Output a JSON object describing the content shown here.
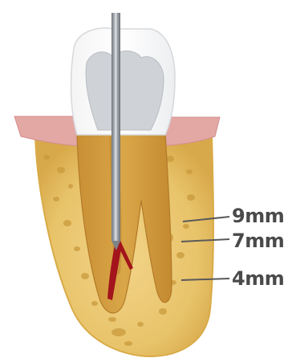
{
  "diagram": {
    "depth_labels": [
      "9mm",
      "7mm",
      "4mm"
    ],
    "colors": {
      "bone": "#e8c36a",
      "bone_edge": "#d9ab48",
      "gum": "#e3a7a4",
      "root": "#cf9a3c",
      "crown": "#d9dcdf",
      "probe": "#8a8f96",
      "canal": "#a3141c",
      "leader_line": "#5a5a5a"
    },
    "icons": [
      "dental-probe-icon"
    ]
  }
}
